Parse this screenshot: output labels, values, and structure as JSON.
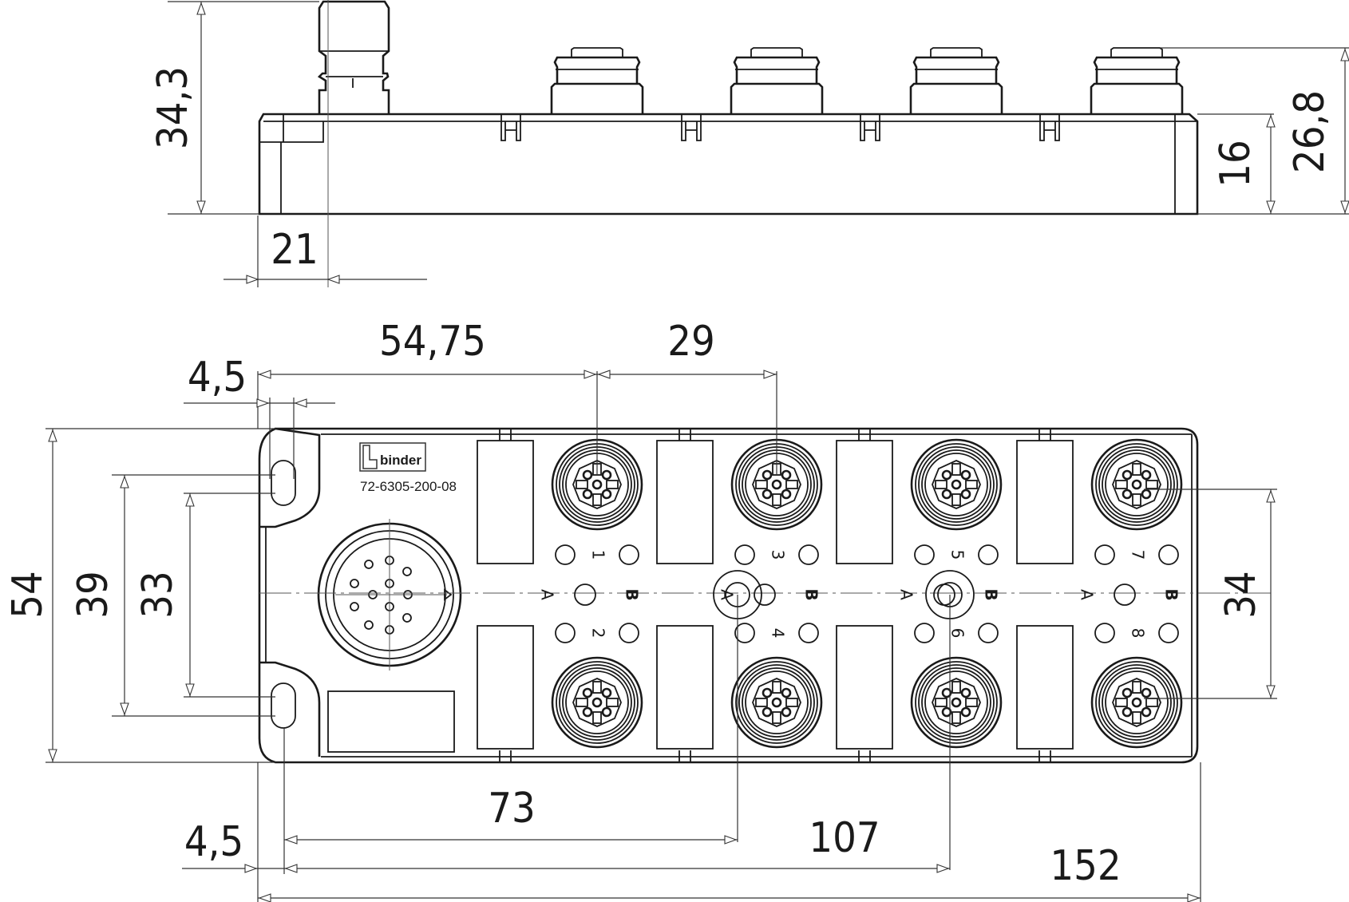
{
  "drawing": {
    "title": "Distribution box technical drawing",
    "brand_logo_text": "binder",
    "part_number": "72-6305-200-08",
    "side_view": {
      "dimensions": {
        "total_height": "34,3",
        "connector_offset": "21",
        "body_height": "16",
        "connector_height": "26,8"
      }
    },
    "top_view": {
      "dimensions": {
        "overall_width": "54",
        "hole_spacing_outer": "39",
        "hole_spacing_inner": "33",
        "row_spacing": "34",
        "first_connector_offset": "54,75",
        "connector_pitch": "29",
        "hole_offset_top": "4,5",
        "hole_offset_bottom": "4,5",
        "center_led_offset_1": "73",
        "center_led_offset_2": "107",
        "overall_length": "152"
      },
      "port_labels": [
        "1",
        "2",
        "3",
        "4",
        "5",
        "6",
        "7",
        "8"
      ],
      "led_labels": {
        "a": "A",
        "b": "B"
      }
    },
    "colors": {
      "line": "#1a1a1a",
      "background": "#ffffff"
    }
  }
}
